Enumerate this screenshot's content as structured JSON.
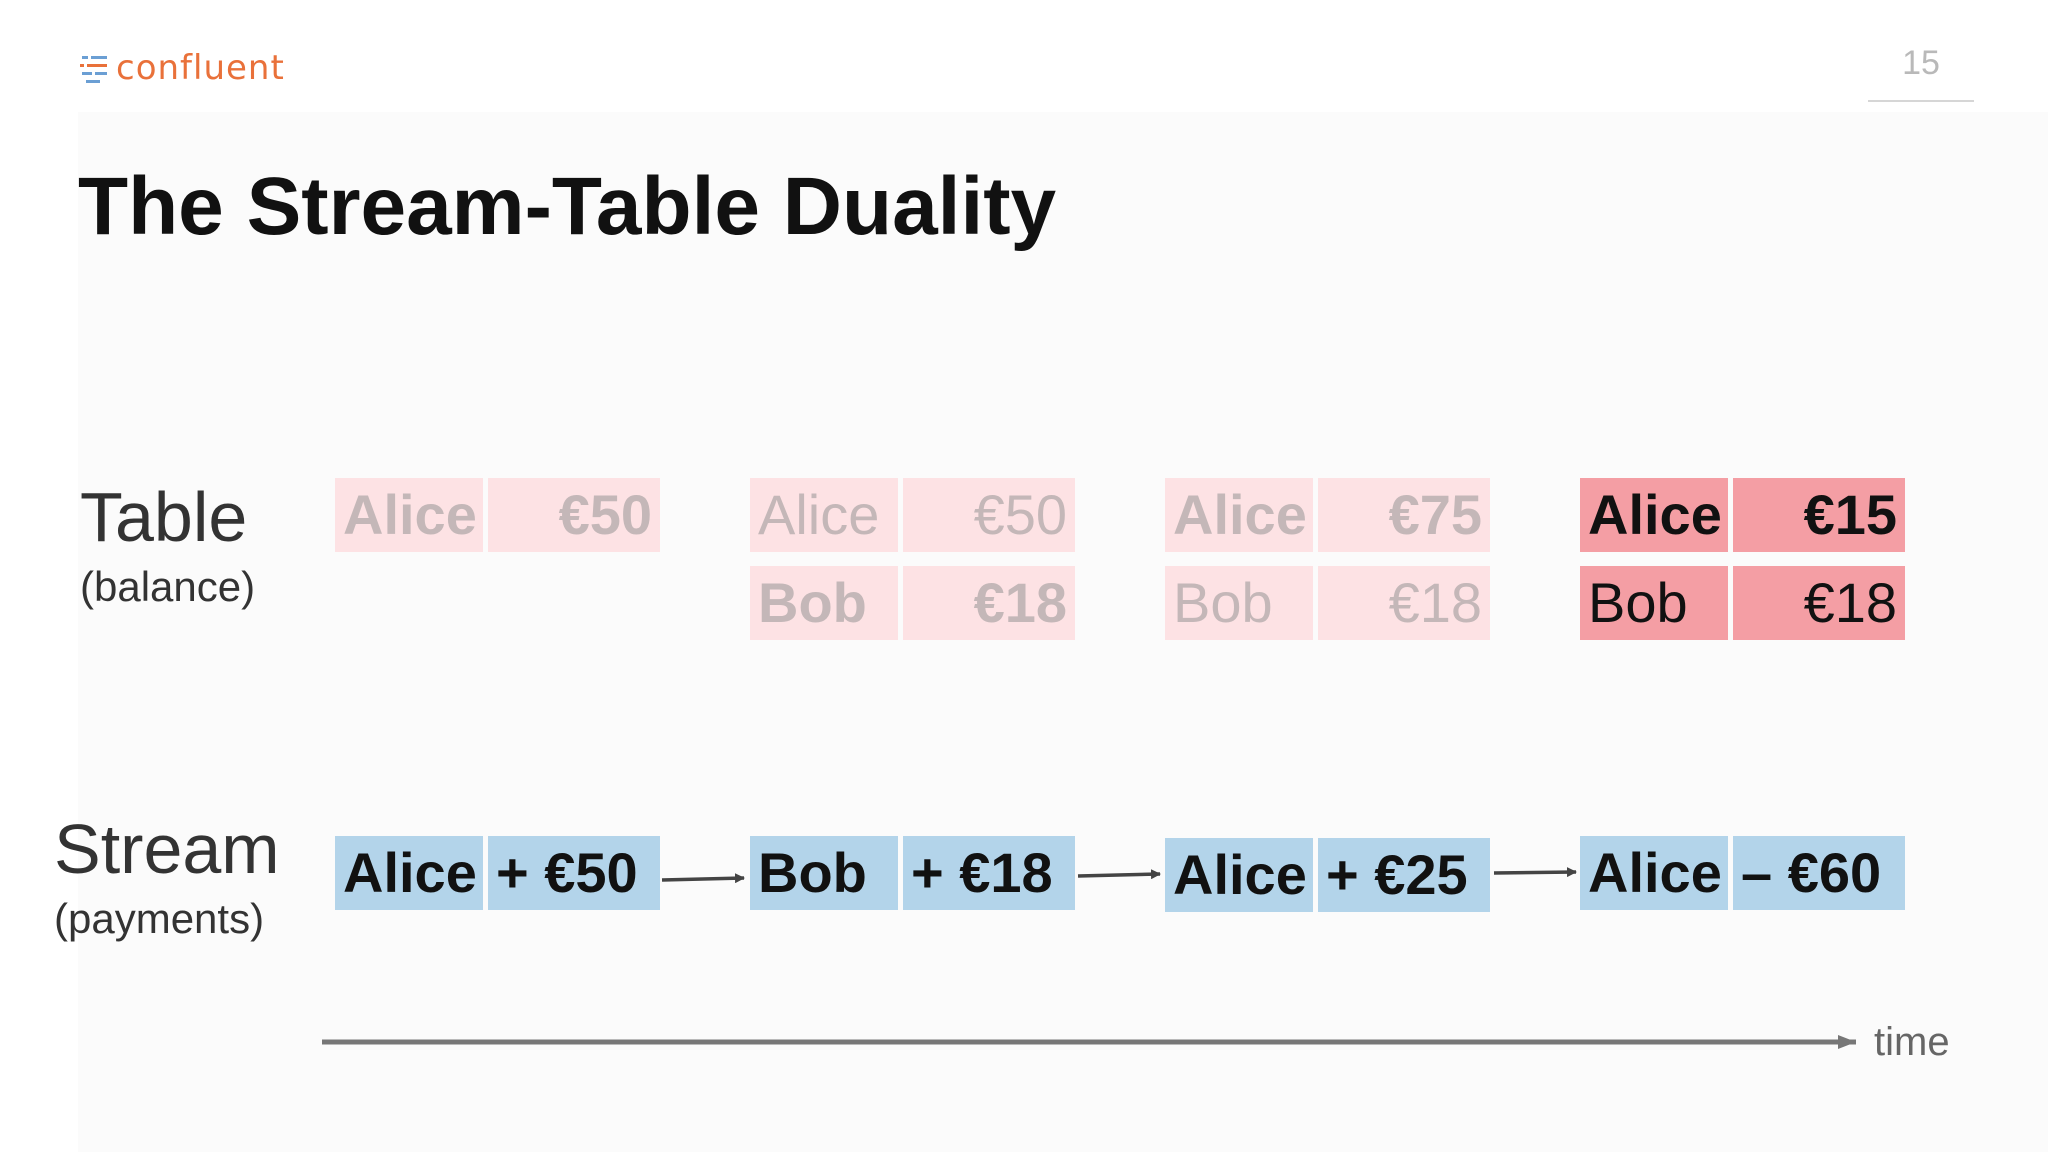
{
  "brand": {
    "logo_text": "confluent",
    "accent_color": "#e9713a"
  },
  "slide": {
    "page_number": "15",
    "title": "The Stream-Table Duality"
  },
  "table_row": {
    "label": "Table",
    "sublabel": "(balance)",
    "snapshots": [
      {
        "rows": [
          {
            "name": "Alice",
            "amount": "€50"
          }
        ]
      },
      {
        "rows": [
          {
            "name": "Alice",
            "amount": "€50"
          },
          {
            "name": "Bob",
            "amount": "€18"
          }
        ]
      },
      {
        "rows": [
          {
            "name": "Alice",
            "amount": "€75"
          },
          {
            "name": "Bob",
            "amount": "€18"
          }
        ]
      },
      {
        "rows": [
          {
            "name": "Alice",
            "amount": "€15"
          },
          {
            "name": "Bob",
            "amount": "€18"
          }
        ]
      }
    ]
  },
  "stream_row": {
    "label": "Stream",
    "sublabel": "(payments)",
    "events": [
      {
        "name": "Alice",
        "amount": "+ €50"
      },
      {
        "name": "Bob",
        "amount": "+ €18"
      },
      {
        "name": "Alice",
        "amount": "+ €25"
      },
      {
        "name": "Alice",
        "amount": "– €60"
      }
    ]
  },
  "time_axis": {
    "label": "time"
  },
  "colors": {
    "table_faded": "#fde2e4",
    "table_current": "#f49ea4",
    "stream": "#b3d4ea"
  }
}
